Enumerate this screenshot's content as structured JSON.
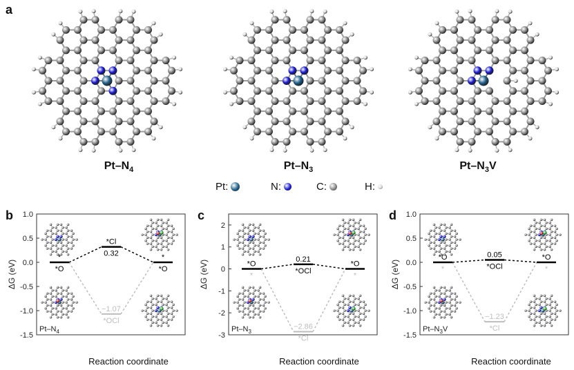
{
  "panel_a": {
    "letter": "a",
    "structures": [
      {
        "name": "Pt–N",
        "sub": "4",
        "suffix": "",
        "variant": "n4"
      },
      {
        "name": "Pt–N",
        "sub": "3",
        "suffix": "",
        "variant": "n3"
      },
      {
        "name": "Pt–N",
        "sub": "3",
        "suffix": "V",
        "variant": "n3v"
      }
    ],
    "legend": [
      {
        "label": "Pt:",
        "color": "#1f5f8a",
        "size": 13
      },
      {
        "label": "N:",
        "color": "#1a1ad0",
        "size": 11
      },
      {
        "label": "C:",
        "color": "#8a8a8a",
        "size": 11
      },
      {
        "label": "H:",
        "color": "#d8d8d8",
        "size": 7
      }
    ]
  },
  "colors": {
    "primary": "#000000",
    "secondary": "#bdbdbd",
    "pt": "#1f5f8a",
    "n": "#1a1ad0",
    "o": "#d21f1f",
    "cl": "#2fbf2f"
  },
  "xlabel": "Reaction coordinate",
  "ylabel": "ΔG (eV)",
  "chart_data": [
    {
      "panel": "b",
      "type": "line",
      "system_label": "Pt–N",
      "system_sub": "4",
      "system_suffix": "",
      "ylim": [
        -1.5,
        1.0
      ],
      "yticks": [
        "1.0",
        "0.5",
        "0.0",
        "-0.5",
        "-1.0",
        "-1.5"
      ],
      "ytick_values": [
        1.0,
        0.5,
        0.0,
        -0.5,
        -1.0,
        -1.5
      ],
      "series": [
        {
          "role": "primary",
          "values": [
            0,
            0.32,
            0
          ],
          "labels_top": [
            "*",
            "*Cl",
            "*"
          ],
          "labels_bottom": [
            "*O",
            "0.32",
            "*O"
          ],
          "value_label": "0.32"
        },
        {
          "role": "secondary",
          "values": [
            0,
            -1.07,
            0
          ],
          "labels_top": [
            "",
            "−1.07",
            ""
          ],
          "labels_bottom": [
            "",
            "*OCl",
            ""
          ]
        }
      ]
    },
    {
      "panel": "c",
      "type": "line",
      "system_label": "Pt–N",
      "system_sub": "3",
      "system_suffix": "",
      "ylim": [
        -3,
        2.5
      ],
      "yticks": [
        "2",
        "1",
        "0",
        "-1",
        "-2",
        "-3"
      ],
      "ytick_values": [
        2,
        1,
        0,
        -1,
        -2,
        -3
      ],
      "series": [
        {
          "role": "primary",
          "values": [
            0,
            0.21,
            0
          ],
          "labels_top": [
            "*O",
            "0.21",
            "*O"
          ],
          "labels_bottom": [
            "",
            "*OCl",
            ""
          ]
        },
        {
          "role": "secondary",
          "values": [
            0,
            -2.86,
            0
          ],
          "labels_top": [
            "",
            "−2.86",
            ""
          ],
          "labels_bottom": [
            "*",
            "*Cl",
            "*"
          ]
        }
      ]
    },
    {
      "panel": "d",
      "type": "line",
      "system_label": "Pt–N",
      "system_sub": "3",
      "system_suffix": "V",
      "ylim": [
        -1.5,
        1.0
      ],
      "yticks": [
        "1.0",
        "0.5",
        "0.0",
        "-0.5",
        "-1.0",
        "-1.5"
      ],
      "ytick_values": [
        1.0,
        0.5,
        0.0,
        -0.5,
        -1.0,
        -1.5
      ],
      "series": [
        {
          "role": "primary",
          "values": [
            0,
            0.05,
            0
          ],
          "labels_top": [
            "*O",
            "0.05",
            "*O"
          ],
          "labels_bottom": [
            "",
            "*OCl",
            ""
          ]
        },
        {
          "role": "secondary",
          "values": [
            0,
            -1.23,
            0
          ],
          "labels_top": [
            "",
            "−1.23",
            ""
          ],
          "labels_bottom": [
            "*",
            "*Cl",
            "*"
          ]
        }
      ]
    }
  ]
}
